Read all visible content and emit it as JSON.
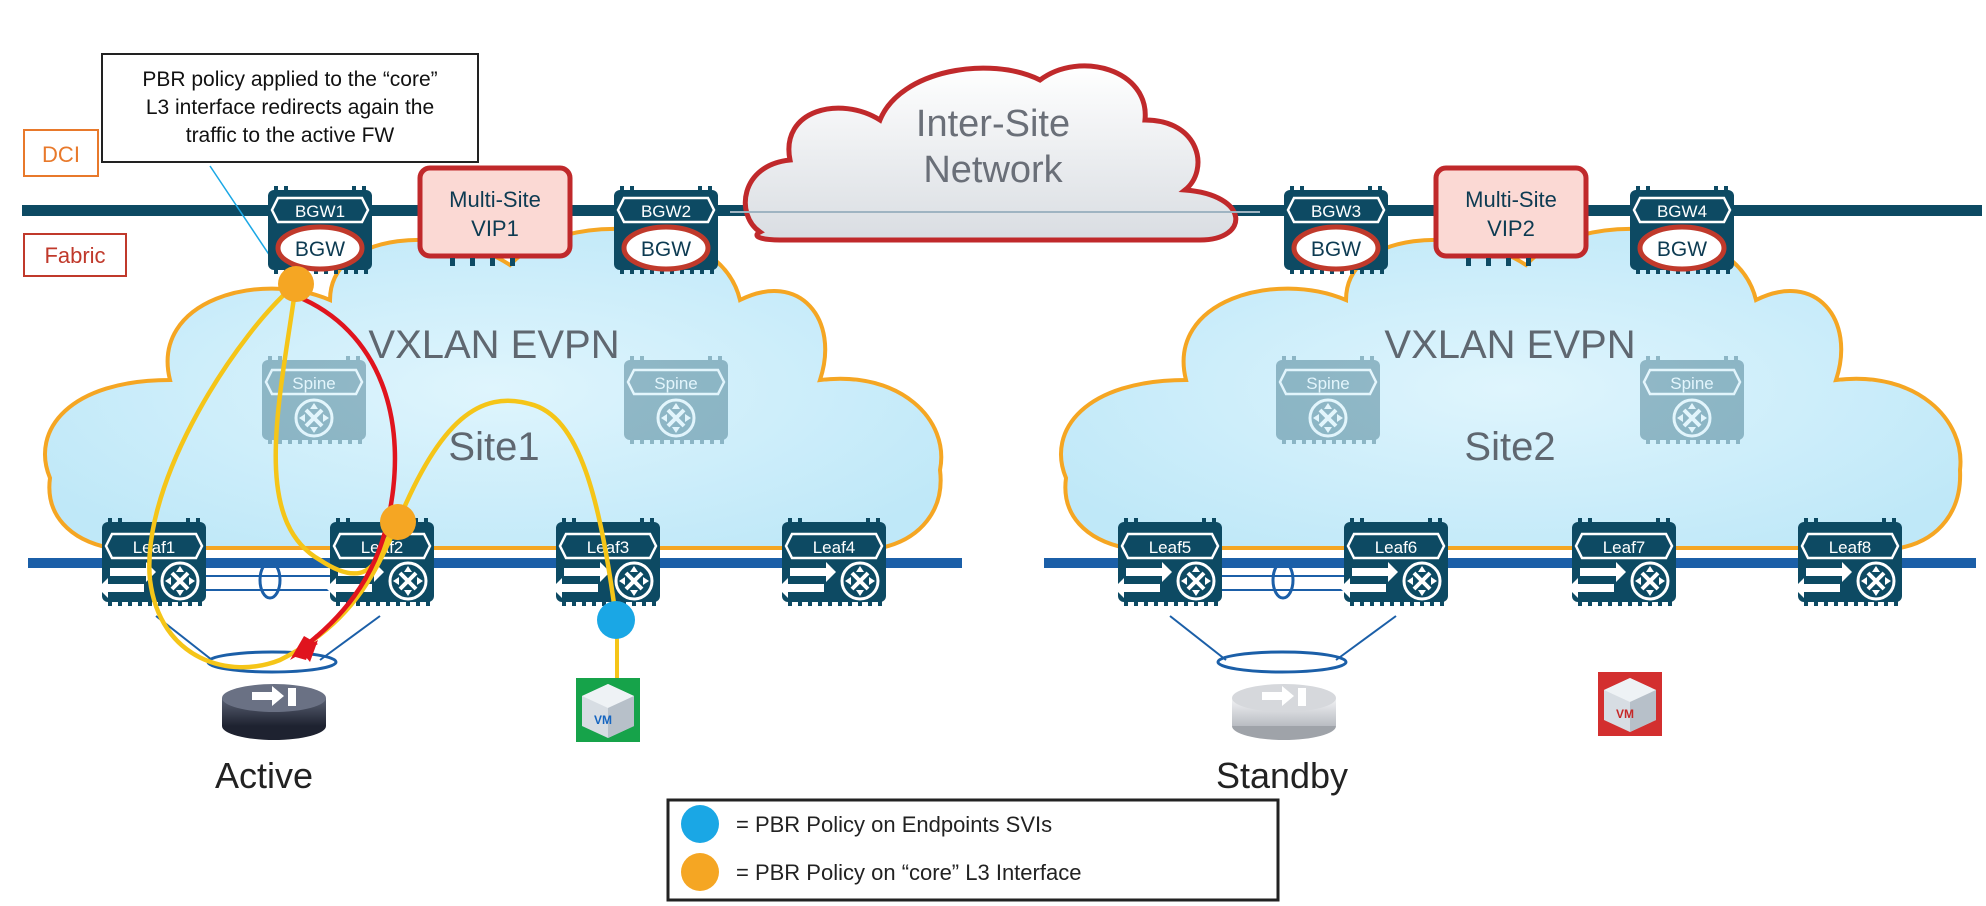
{
  "callout": {
    "line1": "PBR policy applied to the “core”",
    "line2": "L3 interface redirects again the",
    "line3": "traffic to the active FW"
  },
  "layers": {
    "dci": "DCI",
    "fabric": "Fabric"
  },
  "isn": {
    "line1": "Inter-Site",
    "line2": "Network"
  },
  "vips": [
    {
      "line1": "Multi-Site",
      "line2": "VIP1"
    },
    {
      "line1": "Multi-Site",
      "line2": "VIP2"
    }
  ],
  "bgws": [
    {
      "name": "BGW1",
      "role": "BGW"
    },
    {
      "name": "BGW2",
      "role": "BGW"
    },
    {
      "name": "BGW3",
      "role": "BGW"
    },
    {
      "name": "BGW4",
      "role": "BGW"
    }
  ],
  "sites": [
    {
      "fabric": "VXLAN EVPN",
      "name": "Site1"
    },
    {
      "fabric": "VXLAN EVPN",
      "name": "Site2"
    }
  ],
  "spine_label": "Spine",
  "leaves": [
    "Leaf1",
    "Leaf2",
    "Leaf3",
    "Leaf4",
    "Leaf5",
    "Leaf6",
    "Leaf7",
    "Leaf8"
  ],
  "firewalls": {
    "active": "Active",
    "standby": "Standby"
  },
  "vm_label": "VM",
  "legend": {
    "blue": "= PBR Policy on Endpoints SVIs",
    "orange": "= PBR Policy on “core” L3 Interface"
  },
  "colors": {
    "pbr_svi": "#1aa7e5",
    "pbr_core": "#f5a623",
    "flow_red": "#e0141e",
    "fabric_cloud": "#cdeefb",
    "switch": "#0d4a63",
    "dci_line": "#0d4a63",
    "dci_label": "#e8792b",
    "fabric_label": "#c0392b"
  }
}
